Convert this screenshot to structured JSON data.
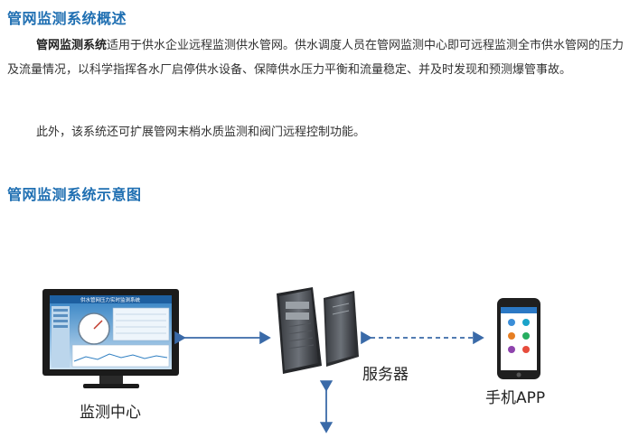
{
  "overview": {
    "title": "管网监测系统概述",
    "para1_bold": "管网监测系统",
    "para1_rest": "适用于供水企业远程监测供水管网。供水调度人员在管网监测中心即可远程监测全市供水管网的压力及流量情况，以科学指挥各水厂启停供水设备、保障供水压力平衡和流量稳定、并及时发现和预测爆管事故。",
    "para2": "此外，该系统还可扩展管网末梢水质监测和阀门远程控制功能。"
  },
  "diagram": {
    "title": "管网监测系统示意图",
    "monitor_label": "监测中心",
    "server_label": "服务器",
    "phone_label": "手机APP",
    "screen_title": "供水管网压力实时监测系统"
  },
  "colors": {
    "heading": "#1f6fb2",
    "arrow": "#3a6aa8"
  }
}
